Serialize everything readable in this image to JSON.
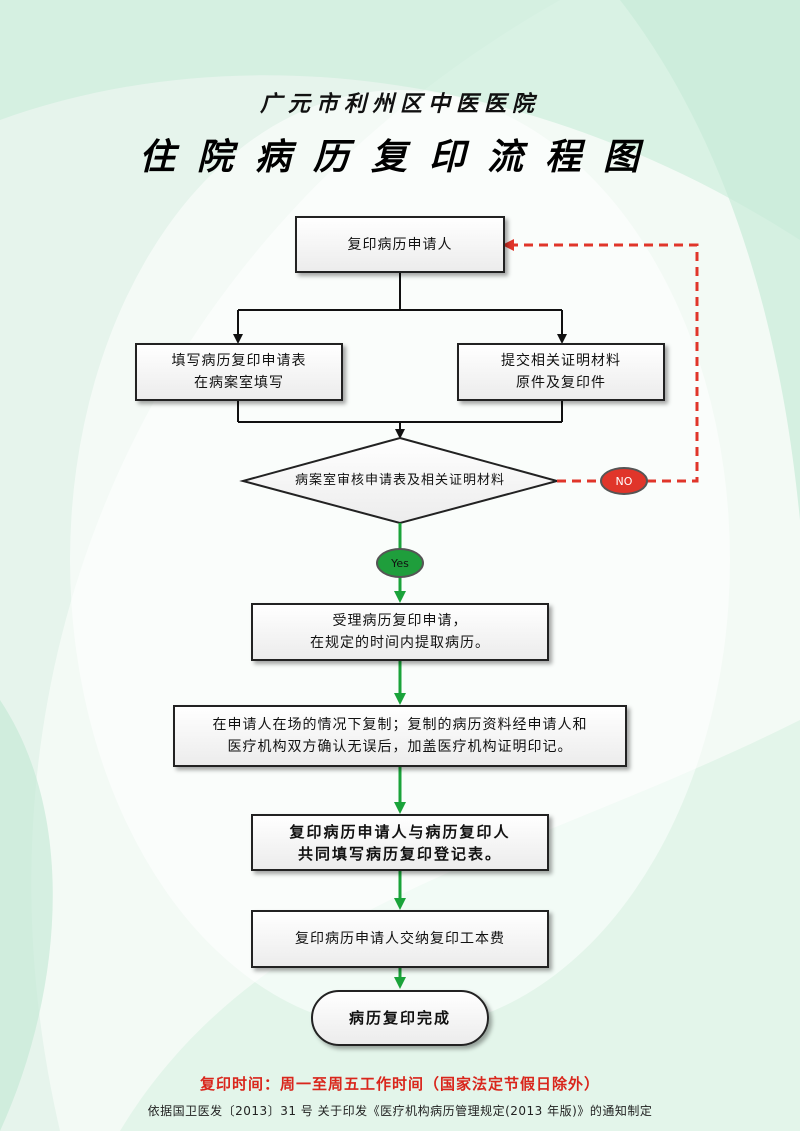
{
  "header": {
    "hospital": "广元市利州区中医医院",
    "title": "住院病历复印流程图"
  },
  "flow": {
    "applicant": "复印病历申请人",
    "fill_form": {
      "line1": "填写病历复印申请表",
      "line2": "在病案室填写"
    },
    "submit_docs": {
      "line1": "提交相关证明材料",
      "line2": "原件及复印件"
    },
    "review": "病案室审核申请表及相关证明材料",
    "no_label": "NO",
    "yes_label": "Yes",
    "accept": {
      "line1": "受理病历复印申请，",
      "line2": "在规定的时间内提取病历。"
    },
    "copy": {
      "line1": "在申请人在场的情况下复制；复制的病历资料经申请人和",
      "line2": "医疗机构双方确认无误后，加盖医疗机构证明印记。"
    },
    "register": {
      "line1": "复印病历申请人与病历复印人",
      "line2": "共同填写病历复印登记表。"
    },
    "pay": "复印病历申请人交纳复印工本费",
    "done": "病历复印完成"
  },
  "footer": {
    "hours": "复印时间：周一至周五工作时间（国家法定节假日除外）",
    "basis": "依据国卫医发〔2013〕31 号 关于印发《医疗机构病历管理规定(2013 年版)》的通知制定"
  },
  "colors": {
    "green_arrow": "#1aa33a",
    "no_red": "#e0352a",
    "yes_green": "#1f9e3c",
    "footer_red": "#d9261c"
  }
}
